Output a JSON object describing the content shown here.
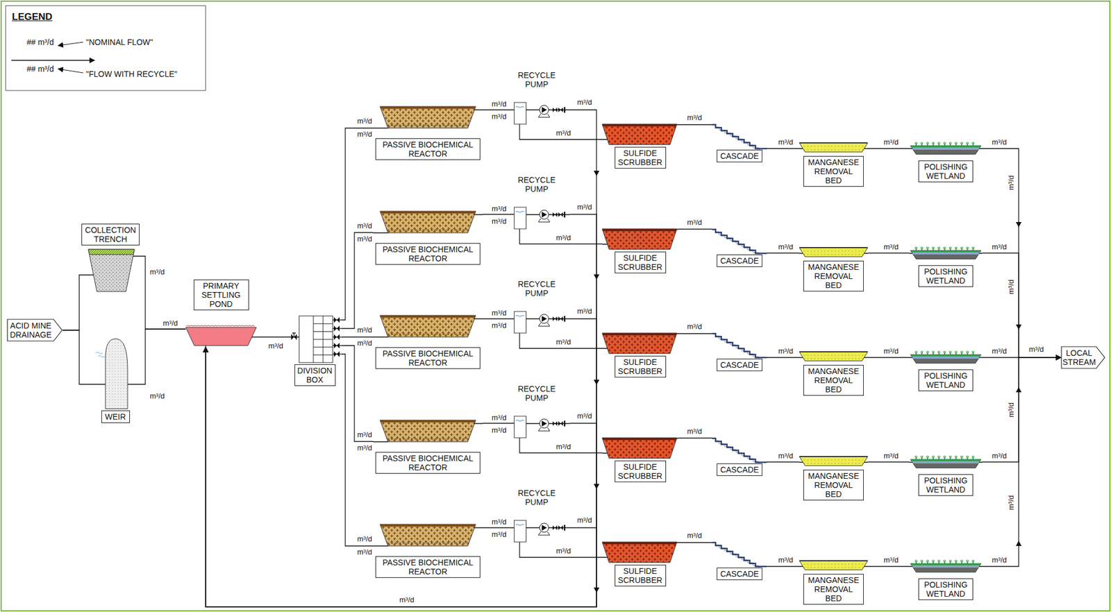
{
  "diagram": {
    "nodes": [
      {
        "text": [
          "ACID MINE DRAINAGE"
        ]
      },
      {
        "text": [
          "COLLECTION TRENCH"
        ]
      },
      {
        "text": [
          "WEIR"
        ]
      },
      {
        "text": [
          "PRIMARY SETTLING POND"
        ]
      },
      {
        "text": [
          "DIVISION BOX"
        ]
      },
      {
        "text": [
          "PASSIVE BIOCHEMICAL REACTOR"
        ]
      },
      {
        "text": [
          "RECYCLE PUMP"
        ]
      },
      {
        "text": [
          "SULFIDE SCRUBBER"
        ]
      },
      {
        "text": [
          "CASCADE"
        ]
      },
      {
        "text": [
          "MANGANESE REMOVAL BED"
        ]
      },
      {
        "text": [
          "POLISHING WETLAND"
        ]
      },
      {
        "text": [
          "PASSIVE BIOCHEMICAL REACTOR"
        ]
      },
      {
        "text": [
          "RECYCLE PUMP"
        ]
      },
      {
        "text": [
          "SULFIDE SCRUBBER"
        ]
      },
      {
        "text": [
          "CASCADE"
        ]
      },
      {
        "text": [
          "MANGANESE REMOVAL BED"
        ]
      },
      {
        "text": [
          "POLISHING WETLAND"
        ]
      },
      {
        "text": [
          "PASSIVE BIOCHEMICAL REACTOR"
        ]
      },
      {
        "text": [
          "RECYCLE PUMP"
        ]
      },
      {
        "text": [
          "SULFIDE SCRUBBER"
        ]
      },
      {
        "text": [
          "CASCADE"
        ]
      },
      {
        "text": [
          "MANGANESE REMOVAL BED"
        ]
      },
      {
        "text": [
          "POLISHING WETLAND"
        ]
      },
      {
        "text": [
          "PASSIVE BIOCHEMICAL REACTOR"
        ]
      },
      {
        "text": [
          "RECYCLE PUMP"
        ]
      },
      {
        "text": [
          "SULFIDE SCRUBBER"
        ]
      },
      {
        "text": [
          "CASCADE"
        ]
      },
      {
        "text": [
          "MANGANESE REMOVAL BED"
        ]
      },
      {
        "text": [
          "POLISHING WETLAND"
        ]
      },
      {
        "text": [
          "PASSIVE BIOCHEMICAL REACTOR"
        ]
      },
      {
        "text": [
          "RECYCLE PUMP"
        ]
      },
      {
        "text": [
          "SULFIDE SCRUBBER"
        ]
      },
      {
        "text": [
          "CASCADE"
        ]
      },
      {
        "text": [
          "MANGANESE REMOVAL BED"
        ]
      },
      {
        "text": [
          "POLISHING WETLAND"
        ]
      },
      {
        "text": [
          "LOCAL STREAM"
        ]
      }
    ],
    "edges": [
      {
        "from": 0,
        "to": 1,
        "arrow": "none"
      },
      {
        "from": 0,
        "to": 2,
        "arrow": "none"
      },
      {
        "from": 1,
        "to": 3,
        "arrow": "none"
      },
      {
        "from": 2,
        "to": 3,
        "arrow": "none"
      },
      {
        "from": 3,
        "to": 4,
        "arrow": "none"
      },
      {
        "from": 4,
        "to": 5,
        "arrow": "none"
      },
      {
        "from": 4,
        "to": 11,
        "arrow": "none"
      },
      {
        "from": 4,
        "to": 17,
        "arrow": "none"
      },
      {
        "from": 4,
        "to": 23,
        "arrow": "none"
      },
      {
        "from": 4,
        "to": 29,
        "arrow": "none"
      },
      {
        "from": 5,
        "to": 6,
        "arrow": "none"
      },
      {
        "from": 6,
        "to": 7,
        "arrow": "none"
      },
      {
        "from": 6,
        "to": 3,
        "arrow": "to"
      },
      {
        "from": 7,
        "to": 8,
        "arrow": "none"
      },
      {
        "from": 8,
        "to": 9,
        "arrow": "none"
      },
      {
        "from": 9,
        "to": 10,
        "arrow": "none"
      },
      {
        "from": 10,
        "to": 35,
        "arrow": "to"
      },
      {
        "from": 11,
        "to": 12,
        "arrow": "none"
      },
      {
        "from": 12,
        "to": 13,
        "arrow": "none"
      },
      {
        "from": 12,
        "to": 3,
        "arrow": "to"
      },
      {
        "from": 13,
        "to": 14,
        "arrow": "none"
      },
      {
        "from": 14,
        "to": 15,
        "arrow": "none"
      },
      {
        "from": 15,
        "to": 16,
        "arrow": "none"
      },
      {
        "from": 16,
        "to": 35,
        "arrow": "to"
      },
      {
        "from": 17,
        "to": 18,
        "arrow": "none"
      },
      {
        "from": 18,
        "to": 19,
        "arrow": "none"
      },
      {
        "from": 18,
        "to": 3,
        "arrow": "to"
      },
      {
        "from": 19,
        "to": 20,
        "arrow": "none"
      },
      {
        "from": 20,
        "to": 21,
        "arrow": "none"
      },
      {
        "from": 21,
        "to": 22,
        "arrow": "none"
      },
      {
        "from": 22,
        "to": 35,
        "arrow": "to"
      },
      {
        "from": 23,
        "to": 24,
        "arrow": "none"
      },
      {
        "from": 24,
        "to": 25,
        "arrow": "none"
      },
      {
        "from": 24,
        "to": 3,
        "arrow": "to"
      },
      {
        "from": 25,
        "to": 26,
        "arrow": "none"
      },
      {
        "from": 26,
        "to": 27,
        "arrow": "none"
      },
      {
        "from": 27,
        "to": 28,
        "arrow": "none"
      },
      {
        "from": 28,
        "to": 35,
        "arrow": "to"
      },
      {
        "from": 29,
        "to": 30,
        "arrow": "none"
      },
      {
        "from": 30,
        "to": 31,
        "arrow": "none"
      },
      {
        "from": 30,
        "to": 3,
        "arrow": "to"
      },
      {
        "from": 31,
        "to": 32,
        "arrow": "none"
      },
      {
        "from": 32,
        "to": 33,
        "arrow": "none"
      },
      {
        "from": 33,
        "to": 34,
        "arrow": "none"
      },
      {
        "from": 34,
        "to": 35,
        "arrow": "to"
      }
    ],
    "labels": [
      "LEGEND",
      "## m³/d",
      "## m³/d",
      "m³/d",
      "m³/d",
      "m³/d",
      "m³/d",
      "m³/d",
      "m³/d",
      "m³/d",
      "m³/d",
      "m³/d",
      "m³/d",
      "m³/d",
      "m³/d",
      "m³/d",
      "m³/d",
      "m³/d",
      "m³/d",
      "m³/d",
      "m³/d",
      "m³/d",
      "m³/d",
      "m³/d",
      "m³/d",
      "m³/d",
      "m³/d",
      "m³/d",
      "m³/d",
      "m³/d",
      "m³/d",
      "m³/d",
      "m³/d",
      "m³/d",
      "m³/d",
      "m³/d",
      "m³/d",
      "m³/d",
      "m³/d",
      "m³/d",
      "m³/d",
      "m³/d",
      "m³/d",
      "m³/d",
      "m³/d",
      "m³/d",
      "m³/d",
      "m³/d",
      "m³/d",
      "m³/d",
      "m³/d",
      "m³/d",
      "m³/d",
      "m³/d",
      "m³/d",
      "m³/d",
      "m³/d",
      "m³/d",
      "m³/d",
      "m³/d",
      "m³/d",
      "m³/d",
      "m³/d"
    ],
    "legend": [
      {
        "text": "\"NOMINAL FLOW\""
      },
      {
        "text": "\"FLOW WITH RECYCLE\""
      }
    ]
  }
}
